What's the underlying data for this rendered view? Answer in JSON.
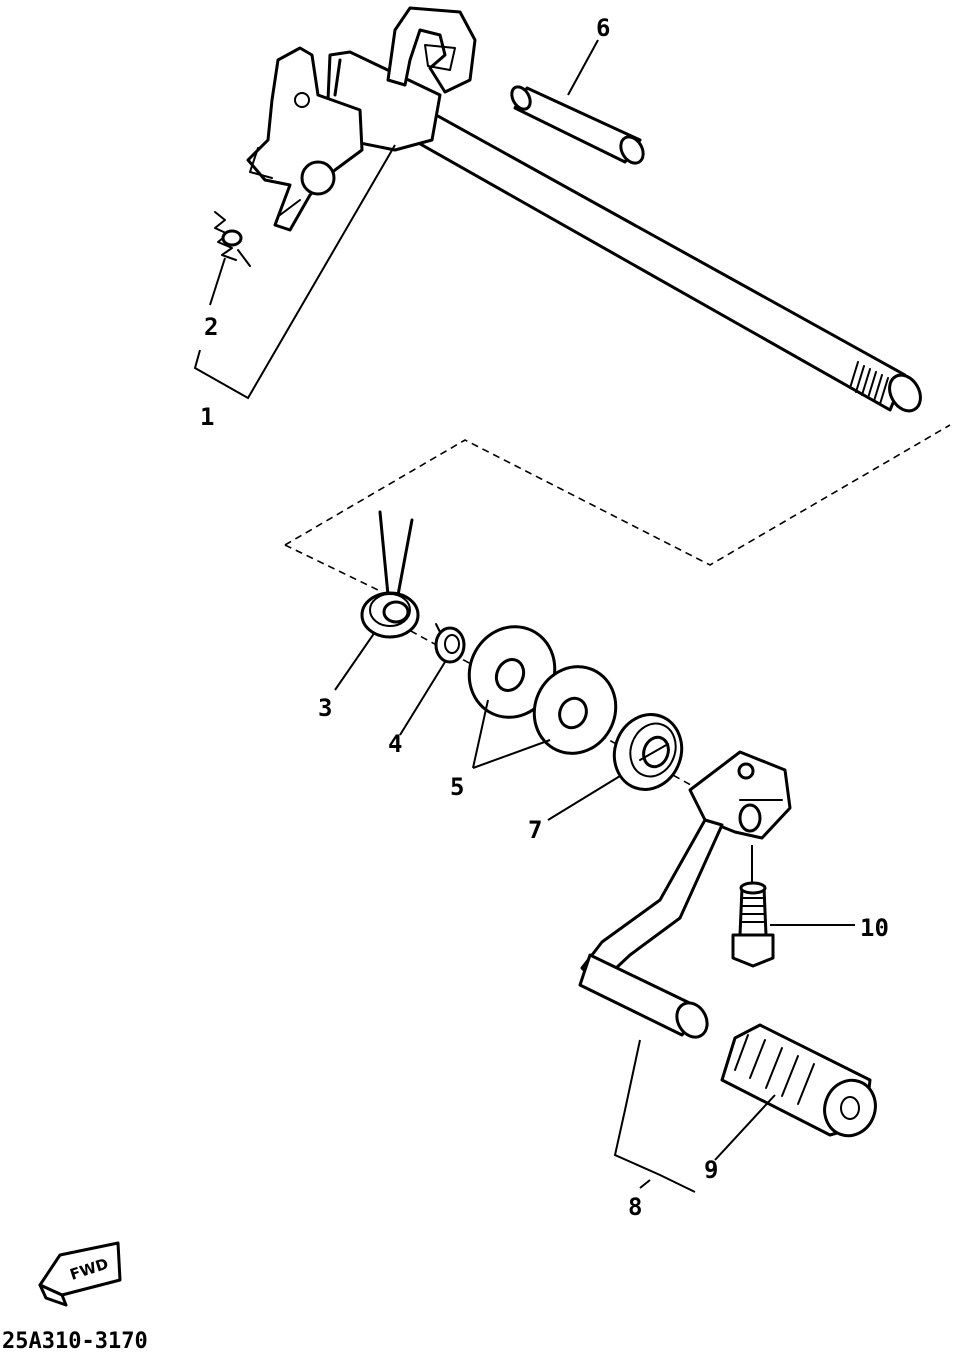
{
  "callouts": {
    "c1": "1",
    "c2": "2",
    "c3": "3",
    "c4": "4",
    "c5": "5",
    "c6": "6",
    "c7": "7",
    "c8": "8",
    "c9": "9",
    "c10": "10"
  },
  "direction_marker": {
    "label": "FWD",
    "icon": "forward-arrow-icon"
  },
  "diagram_code": "25A310-3170"
}
